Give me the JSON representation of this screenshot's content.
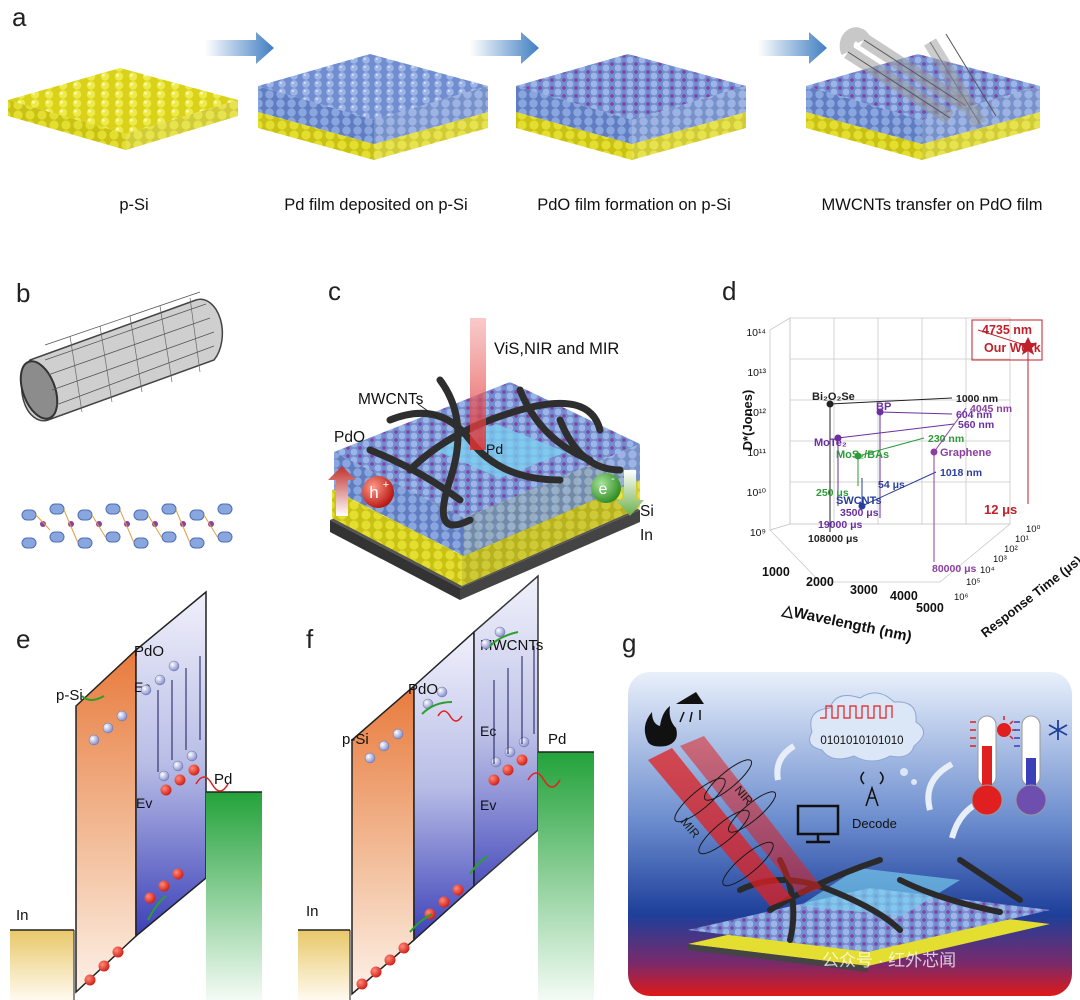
{
  "panels": {
    "a": {
      "label": "a",
      "captions": [
        "p-Si",
        "Pd film deposited on p-Si",
        "PdO film formation on p-Si",
        "MWCNTs transfer on PdO film"
      ]
    },
    "b": {
      "label": "b"
    },
    "c": {
      "label": "c",
      "light": "ViS,NIR and MIR",
      "mwcnts": "MWCNTs",
      "pdo": "PdO",
      "pd": "Pd",
      "si": "Si",
      "in": "In",
      "hole": "h",
      "hole_sup": "+",
      "electron": "e",
      "electron_sup": "-"
    },
    "d": {
      "label": "d"
    },
    "e": {
      "label": "e",
      "pdo": "PdO",
      "psi": "p-Si",
      "ec": "Ec",
      "ev": "Ev",
      "pd": "Pd",
      "in": "In"
    },
    "f": {
      "label": "f",
      "mwcnts": "MWCNTs",
      "pdo": "PdO",
      "psi": "p-Si",
      "ec": "Ec",
      "ev": "Ev",
      "pd": "Pd",
      "in": "In"
    },
    "g": {
      "label": "g",
      "nir": "NIR",
      "mir": "MIR",
      "decode": "Decode",
      "binary": "0101010101010"
    }
  },
  "watermark": "公众号 · 红外芯闻",
  "colors": {
    "psi": "#e8e23a",
    "pd": "#8aa6df",
    "pdo_o": "#8b3f9f",
    "hot": "#e02020",
    "green": "#2ca02c"
  },
  "chart_data": {
    "type": "scatter",
    "title": "",
    "xlabel": "△Wavelength (nm)",
    "ylabel": "D*(Jones)",
    "zlabel": "Response Time (μs)",
    "x_ticks": [
      "1000",
      "2000",
      "3000",
      "4000",
      "5000"
    ],
    "y_ticks": [
      "10⁹",
      "10¹⁰",
      "10¹¹",
      "10¹²",
      "10¹³",
      "10¹⁴"
    ],
    "z_ticks": [
      "10⁶",
      "10⁵",
      "10⁴",
      "10³",
      "10²",
      "10¹",
      "10⁰"
    ],
    "series": [
      {
        "name": "Our Work",
        "wavelength_label": "4735 nm",
        "response_label": "12 μs"
      },
      {
        "name": "Bi₂O₂Se",
        "wavelength_label": "1000 nm",
        "response_label": "108000 μs"
      },
      {
        "name": "BP",
        "wavelength_label": "604 nm",
        "response_label": "19000 μs"
      },
      {
        "name": "MoTe₂",
        "wavelength_label": "560 nm",
        "response_label": "3500 μs"
      },
      {
        "name": "MoS₂/BAs",
        "wavelength_label": "230 nm",
        "response_label": "250 μs"
      },
      {
        "name": "SWCNTs",
        "wavelength_label": "1018 nm",
        "response_label": "54 μs"
      },
      {
        "name": "Graphene",
        "wavelength_label": "4045 nm",
        "response_label": "80000 μs"
      }
    ]
  }
}
